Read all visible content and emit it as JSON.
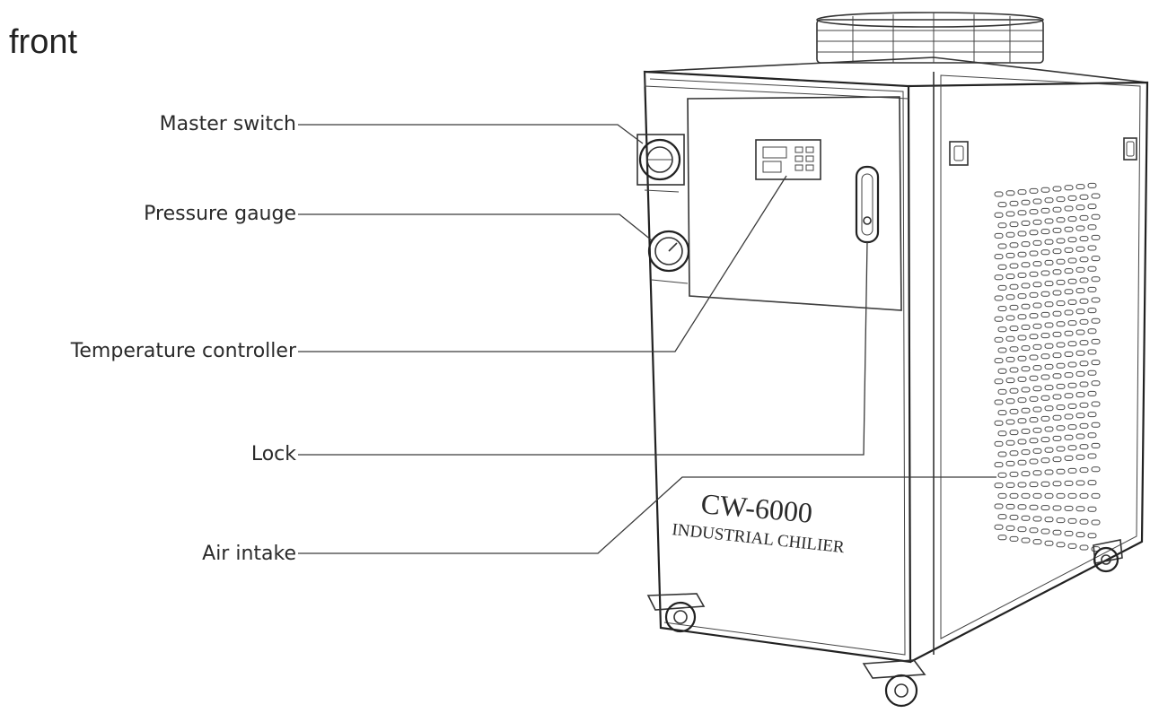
{
  "heading": "front",
  "labels": {
    "master_switch": "Master switch",
    "pressure_gauge": "Pressure gauge",
    "temperature_controller": "Temperature controller",
    "lock": "Lock",
    "air_intake": "Air intake"
  },
  "product": {
    "model": "CW-6000",
    "type": "INDUSTRIAL CHILIER"
  },
  "colors": {
    "ink": "#333333",
    "background": "#ffffff"
  }
}
